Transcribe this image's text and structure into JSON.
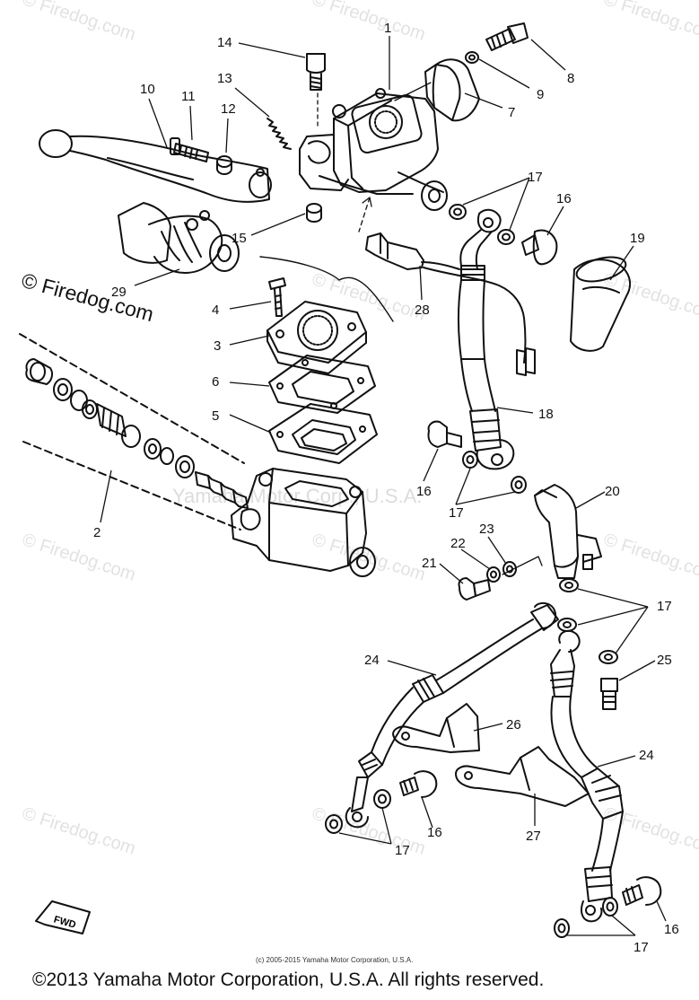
{
  "watermarks": {
    "repeat_text": "© Firedog.com",
    "prominent_text": "© Firedog.com",
    "center_text": "Yamaha Motor Corp., U.S.A."
  },
  "callouts": [
    {
      "id": "1",
      "label": "1"
    },
    {
      "id": "2",
      "label": "2"
    },
    {
      "id": "3",
      "label": "3"
    },
    {
      "id": "4",
      "label": "4"
    },
    {
      "id": "5",
      "label": "5"
    },
    {
      "id": "6",
      "label": "6"
    },
    {
      "id": "7",
      "label": "7"
    },
    {
      "id": "8",
      "label": "8"
    },
    {
      "id": "9",
      "label": "9"
    },
    {
      "id": "10",
      "label": "10"
    },
    {
      "id": "11",
      "label": "11"
    },
    {
      "id": "12",
      "label": "12"
    },
    {
      "id": "13",
      "label": "13"
    },
    {
      "id": "14",
      "label": "14"
    },
    {
      "id": "15",
      "label": "15"
    },
    {
      "id": "16a",
      "label": "16"
    },
    {
      "id": "16b",
      "label": "16"
    },
    {
      "id": "16c",
      "label": "16"
    },
    {
      "id": "16d",
      "label": "16"
    },
    {
      "id": "17a",
      "label": "17"
    },
    {
      "id": "17b",
      "label": "17"
    },
    {
      "id": "17c",
      "label": "17"
    },
    {
      "id": "17d",
      "label": "17"
    },
    {
      "id": "17e",
      "label": "17"
    },
    {
      "id": "18",
      "label": "18"
    },
    {
      "id": "19",
      "label": "19"
    },
    {
      "id": "20",
      "label": "20"
    },
    {
      "id": "21",
      "label": "21"
    },
    {
      "id": "22",
      "label": "22"
    },
    {
      "id": "23",
      "label": "23"
    },
    {
      "id": "24a",
      "label": "24"
    },
    {
      "id": "24b",
      "label": "24"
    },
    {
      "id": "25",
      "label": "25"
    },
    {
      "id": "26",
      "label": "26"
    },
    {
      "id": "27",
      "label": "27"
    },
    {
      "id": "28",
      "label": "28"
    },
    {
      "id": "29",
      "label": "29"
    }
  ],
  "fwd_label": "FWD",
  "footer": {
    "small_copyright": "(c) 2005-2015 Yamaha Motor Corporation, U.S.A.",
    "copyright": "©2013 Yamaha Motor Corporation, U.S.A. All rights reserved."
  }
}
